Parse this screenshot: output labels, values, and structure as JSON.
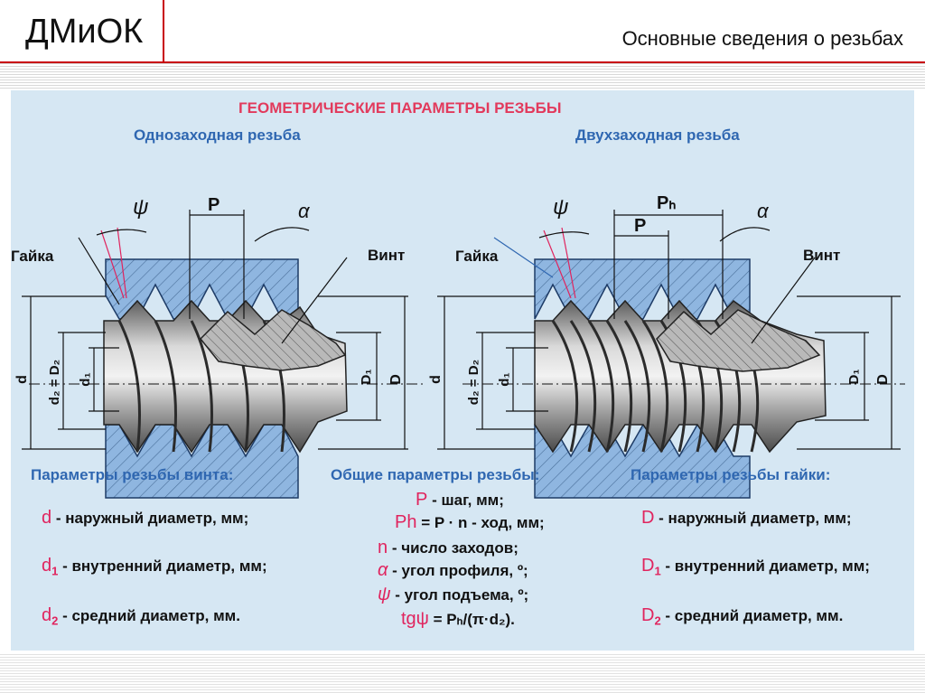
{
  "header": {
    "title": "ДМиОК",
    "subtitle": "Основные сведения о резьбах"
  },
  "diagram": {
    "title": "ГЕОМЕТРИЧЕСКИЕ ПАРАМЕТРЫ РЕЗЬБЫ",
    "left": {
      "heading": "Однозаходная резьба",
      "nut_label": "Гайка",
      "screw_label": "Винт",
      "labels": {
        "psi": "ψ",
        "pitch": "P",
        "alpha": "α",
        "d": "d",
        "d2": "d₂ = D₂",
        "d1": "d₁",
        "D1": "D₁",
        "D": "D"
      }
    },
    "right": {
      "heading": "Двухзаходная резьба",
      "nut_label": "Гайка",
      "screw_label": "Винт",
      "labels": {
        "psi": "ψ",
        "lead": "Pₕ",
        "pitch": "P",
        "alpha": "α",
        "d": "d",
        "d2": "d₂ = D₂",
        "d1": "d₁",
        "D1": "D₁",
        "D": "D"
      }
    }
  },
  "screw_params": {
    "heading": "Параметры резьбы винта:",
    "items": [
      {
        "symbol": "d",
        "sub": "",
        "text": " -  наружный диаметр, мм;"
      },
      {
        "symbol": "d",
        "sub": "1",
        "text": " - внутренний диаметр, мм;"
      },
      {
        "symbol": "d",
        "sub": "2",
        "text": " - средний диаметр, мм."
      }
    ]
  },
  "common_params": {
    "heading": "Общие параметры резьбы:",
    "items": [
      {
        "symbol": "P",
        "text": " - шаг, мм;"
      },
      {
        "symbol": "Ph",
        "text": " = P · n - ход, мм;"
      },
      {
        "symbol": "n",
        "text": " - число заходов;"
      },
      {
        "symbol": "α",
        "text": " - угол профиля, º;"
      },
      {
        "symbol": "ψ",
        "text": " - угол подъема, º;"
      },
      {
        "symbol": "tgψ",
        "text": " = Pₕ/(π·d₂)."
      }
    ]
  },
  "nut_params": {
    "heading": "Параметры резьбы гайки:",
    "items": [
      {
        "symbol": "D",
        "sub": "",
        "text": " - наружный диаметр, мм;"
      },
      {
        "symbol": "D",
        "sub": "1",
        "text": " - внутренний диаметр, мм;"
      },
      {
        "symbol": "D",
        "sub": "2",
        "text": " - средний диаметр, мм."
      }
    ]
  },
  "colors": {
    "accent_red": "#e0245e",
    "heading_blue": "#2f67b1",
    "nut_blue": "#8fb6e0",
    "panel": "#d6e7f3"
  }
}
